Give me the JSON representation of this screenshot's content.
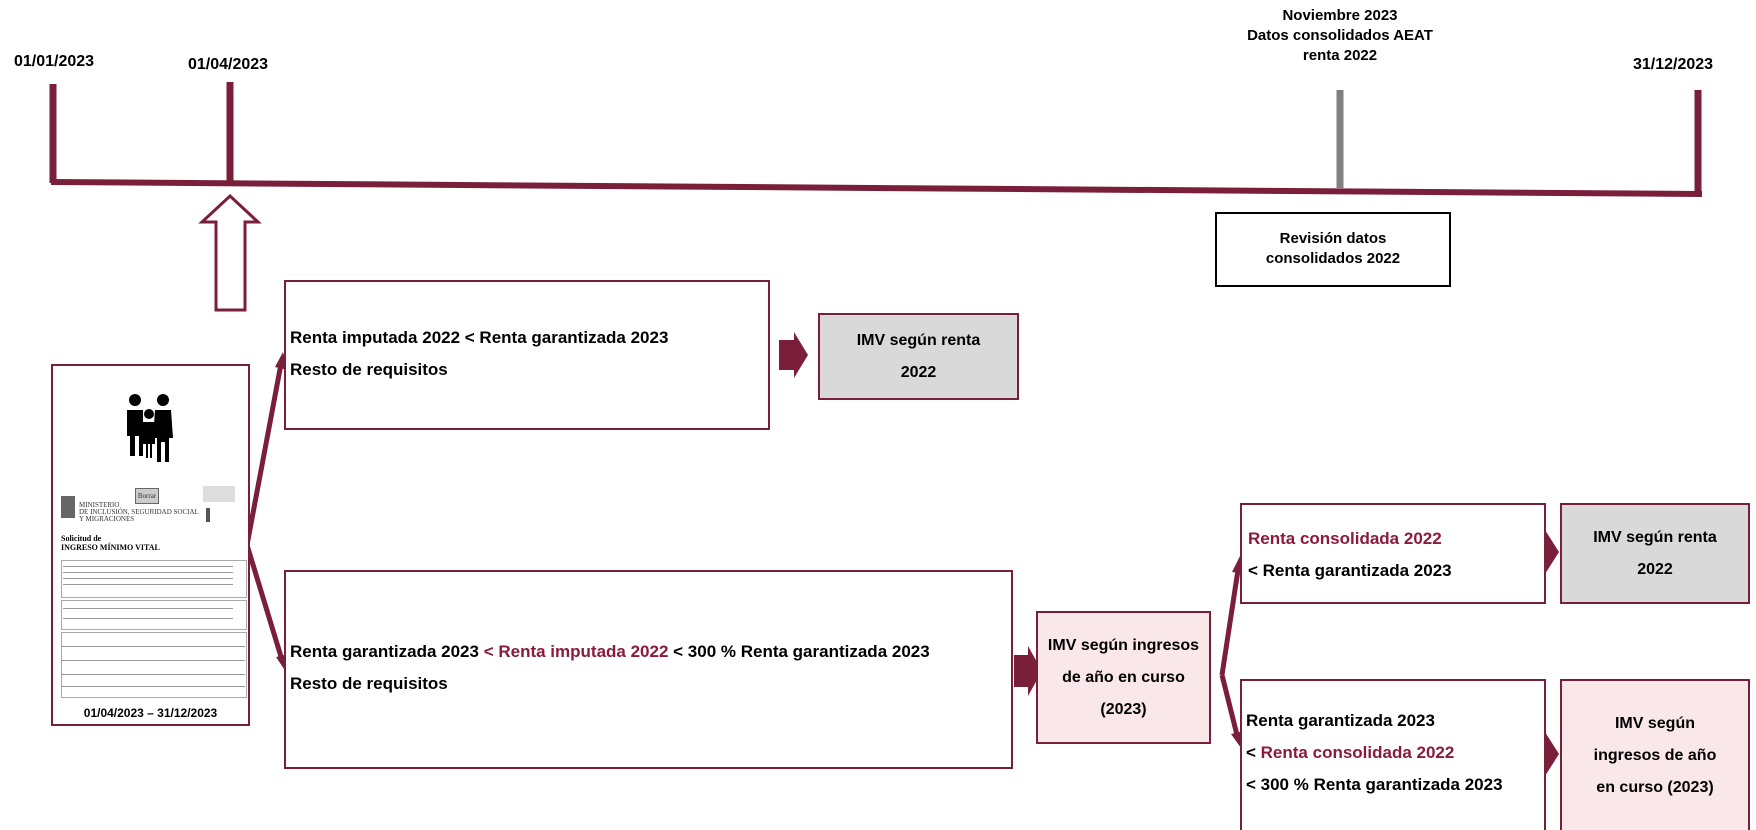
{
  "timeline": {
    "start_date": "01/01/2023",
    "april_date": "01/04/2023",
    "end_date": "31/12/2023",
    "november_note": [
      "Noviembre 2023",
      "Datos consolidados AEAT",
      "renta 2022"
    ],
    "review_box": [
      "Revisión datos",
      "consolidados 2022"
    ]
  },
  "form": {
    "caption": "01/04/2023 – 31/12/2023",
    "title_line1": "Solicitud de",
    "title_line2": "INGRESO MÍNIMO VITAL",
    "ministry": [
      "MINISTERIO",
      "DE INCLUSIÓN, SEGURIDAD SOCIAL",
      "Y MIGRACIONES"
    ],
    "button": "Borrar",
    "people_icon": "family-icon"
  },
  "branch_top": {
    "condition_line1": "Renta imputada 2022 < Renta garantizada 2023",
    "condition_line2": "Resto de requisitos",
    "result": [
      "IMV según renta",
      "2022"
    ]
  },
  "branch_bottom": {
    "condition_part1": "Renta garantizada 2023 ",
    "condition_part2": " < Renta imputada 2022 ",
    "condition_part3": " < 300 % Renta garantizada 2023",
    "condition_line2": "Resto de requisitos",
    "result": [
      "IMV según ingresos",
      "de año en curso",
      "(2023)"
    ]
  },
  "sub_top": {
    "line1": "Renta consolidada 2022",
    "line2": "< Renta garantizada 2023",
    "result": [
      "IMV según renta",
      "2022"
    ]
  },
  "sub_bottom": {
    "line1": "Renta garantizada 2023",
    "line2_prefix": "< ",
    "line2_red": "Renta consolidada 2022",
    "line3": "< 300 % Renta garantizada 2023",
    "result": [
      "IMV según",
      "ingresos de año",
      "en curso (2023)"
    ]
  },
  "colors": {
    "accent": "#7a1f3a",
    "gray_marker": "#808080",
    "result_gray": "#d9d9d9",
    "result_pink": "#f9e7e9"
  }
}
